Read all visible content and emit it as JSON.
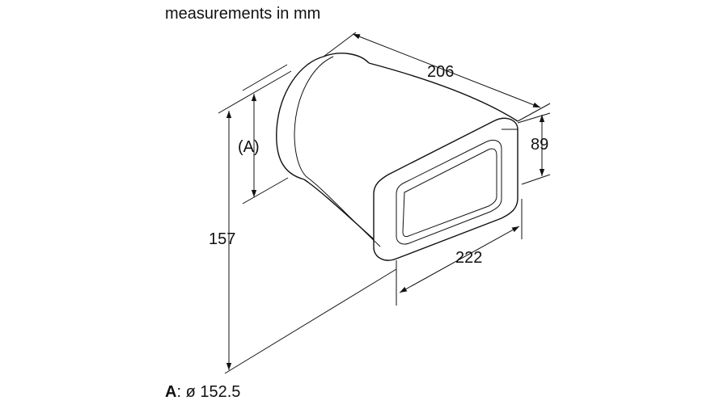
{
  "title": "measurements in mm",
  "dimensions": {
    "length": "206",
    "height_outlet": "89",
    "width_outlet": "222",
    "height_total": "157",
    "round_label": "(A)"
  },
  "legend": {
    "key": "A",
    "text": ": ø 152.5"
  }
}
